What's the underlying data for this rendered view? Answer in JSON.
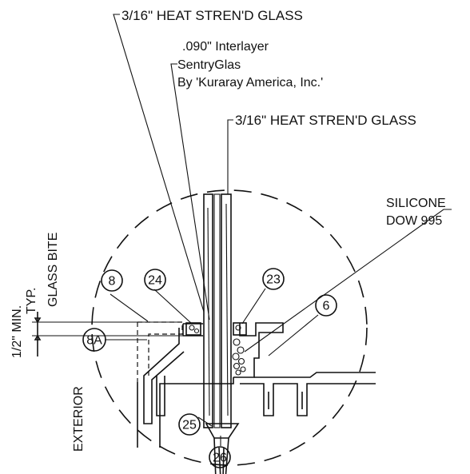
{
  "labels": {
    "glass_outer": "3/16\" HEAT STREN'D GLASS",
    "interlayer_line1": ".090\" Interlayer",
    "interlayer_line2": "SentryGlas",
    "interlayer_line3": "By 'Kuraray America, Inc.'",
    "glass_inner": "3/16\" HEAT STREN'D GLASS",
    "silicone_line1": "SILICONE",
    "silicone_line2": "DOW 995",
    "bite_line1": "1/2\" MIN.",
    "bite_line2": "TYP.",
    "bite_line3": "GLASS BITE",
    "exterior": "EXTERIOR"
  },
  "callouts": {
    "c8": "8",
    "c24": "24",
    "c23": "23",
    "c6": "6",
    "c8a": "8A",
    "c25": "25",
    "c26": "26"
  }
}
